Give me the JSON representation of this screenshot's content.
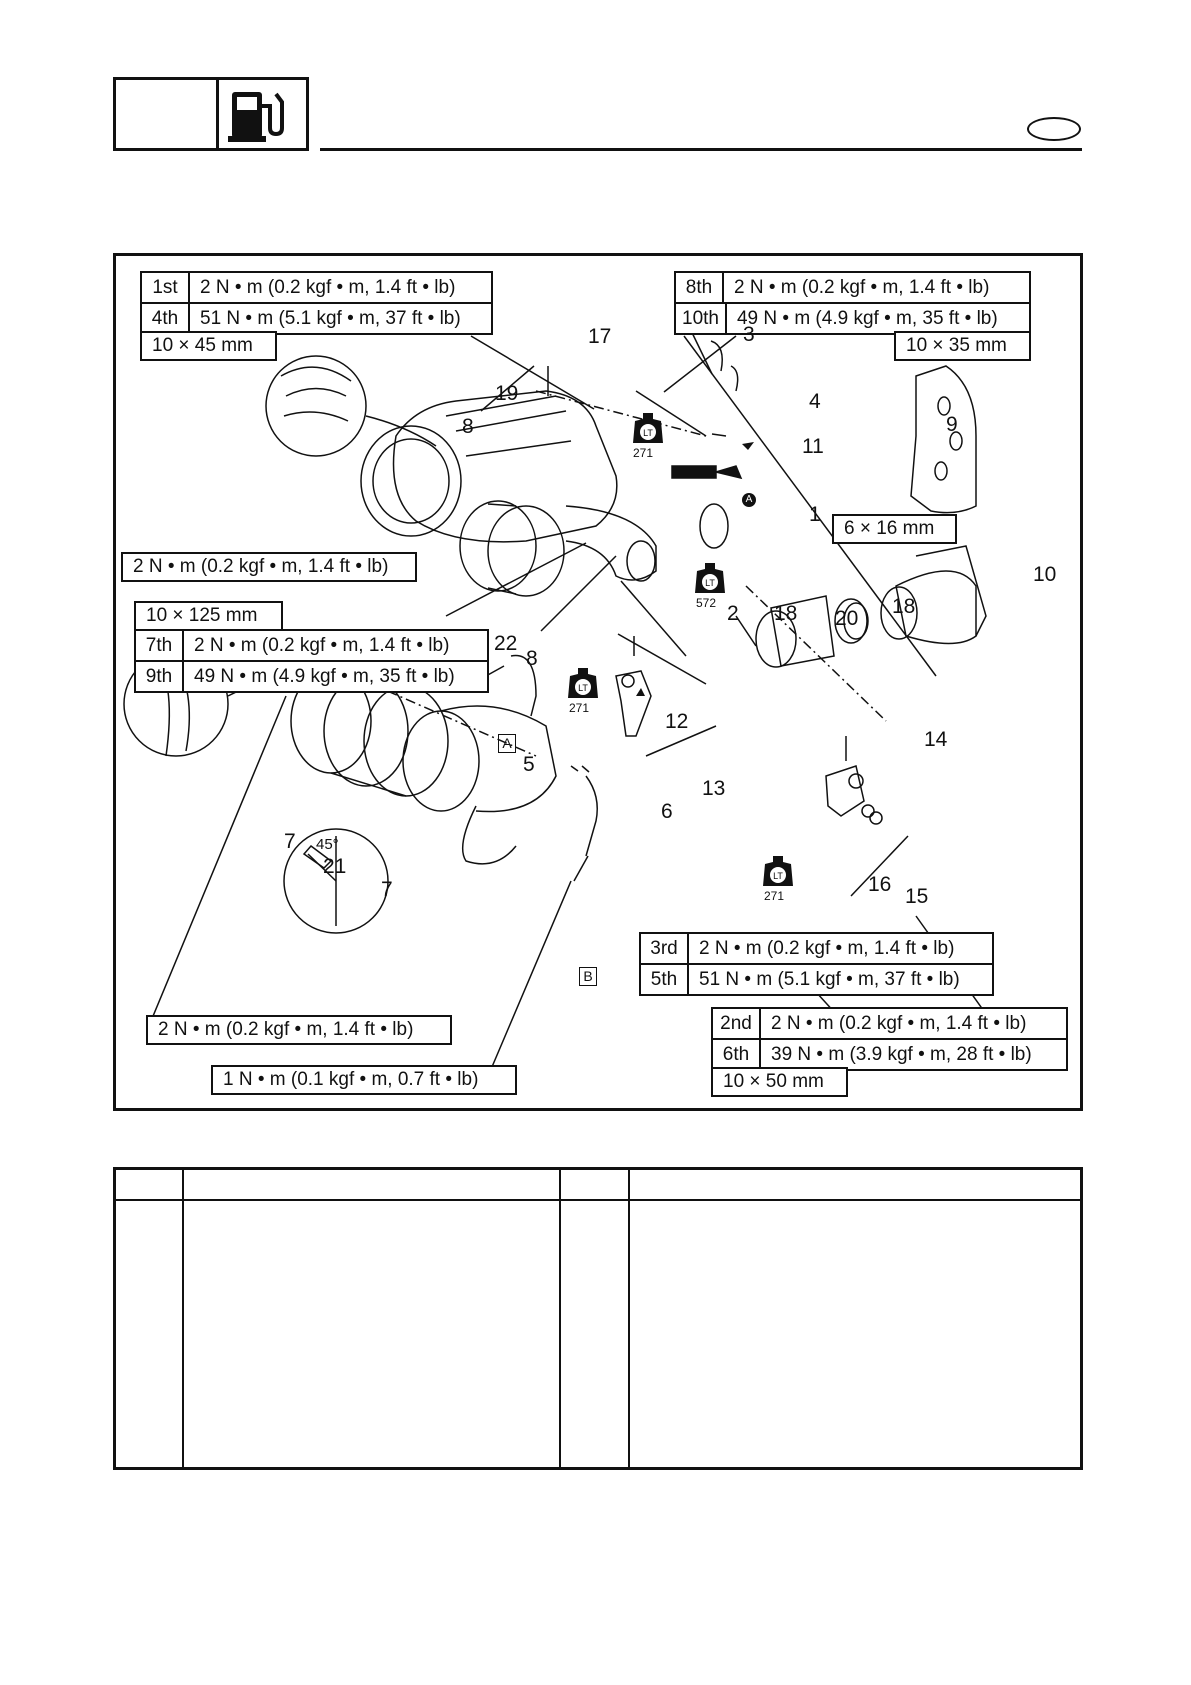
{
  "header": {
    "section_icon": "fuel-pump-icon",
    "language_badge": ""
  },
  "figure": {
    "torque_boxes": [
      {
        "id": "tl",
        "rows": [
          {
            "seq": "1st",
            "value": "2 N • m (0.2 kgf • m, 1.4 ft • lb)"
          },
          {
            "seq": "4th",
            "value": "51 N • m (5.1 kgf • m, 37 ft • lb)"
          }
        ]
      },
      {
        "id": "tr",
        "rows": [
          {
            "seq": "8th",
            "value": "2 N • m (0.2 kgf • m, 1.4 ft • lb)"
          },
          {
            "seq": "10th",
            "value": "49 N • m (4.9 kgf • m, 35 ft • lb)"
          }
        ]
      },
      {
        "id": "ml",
        "rows": [
          {
            "seq": "7th",
            "value": "2 N • m (0.2 kgf • m, 1.4 ft • lb)"
          },
          {
            "seq": "9th",
            "value": "49 N • m (4.9 kgf • m, 35 ft • lb)"
          }
        ]
      },
      {
        "id": "br1",
        "rows": [
          {
            "seq": "3rd",
            "value": "2 N • m (0.2 kgf • m, 1.4 ft • lb)"
          },
          {
            "seq": "5th",
            "value": "51 N • m (5.1 kgf • m, 37 ft • lb)"
          }
        ]
      },
      {
        "id": "br2",
        "rows": [
          {
            "seq": "2nd",
            "value": "2 N • m (0.2 kgf • m, 1.4 ft • lb)"
          },
          {
            "seq": "6th",
            "value": "39 N • m (3.9 kgf • m, 28 ft • lb)"
          }
        ]
      }
    ],
    "single_boxes": {
      "size_10x45": "10 × 45 mm",
      "size_10x35": "10 × 35 mm",
      "size_6x16": "6 × 16 mm",
      "size_10x125": "10 × 125 mm",
      "size_10x50": "10 × 50 mm",
      "torque_2nm_left": "2 N • m (0.2 kgf • m, 1.4 ft • lb)",
      "torque_2nm_bottom": "2 N • m (0.2 kgf • m, 1.4 ft • lb)",
      "torque_1nm_bottom": "1 N • m (0.1 kgf • m, 0.7 ft • lb)"
    },
    "part_numbers": [
      "1",
      "2",
      "3",
      "4",
      "5",
      "6",
      "7",
      "7",
      "8",
      "8",
      "9",
      "10",
      "11",
      "12",
      "13",
      "14",
      "15",
      "16",
      "17",
      "18",
      "18",
      "19",
      "20",
      "21",
      "22"
    ],
    "loctite": {
      "badge": "LT",
      "codes": [
        "271",
        "572",
        "271",
        "271"
      ]
    },
    "markers": {
      "a": "A",
      "b": "B"
    },
    "angle_label": "45°"
  },
  "parts_table": {
    "headers": [
      "",
      "",
      "",
      ""
    ],
    "rows": []
  }
}
